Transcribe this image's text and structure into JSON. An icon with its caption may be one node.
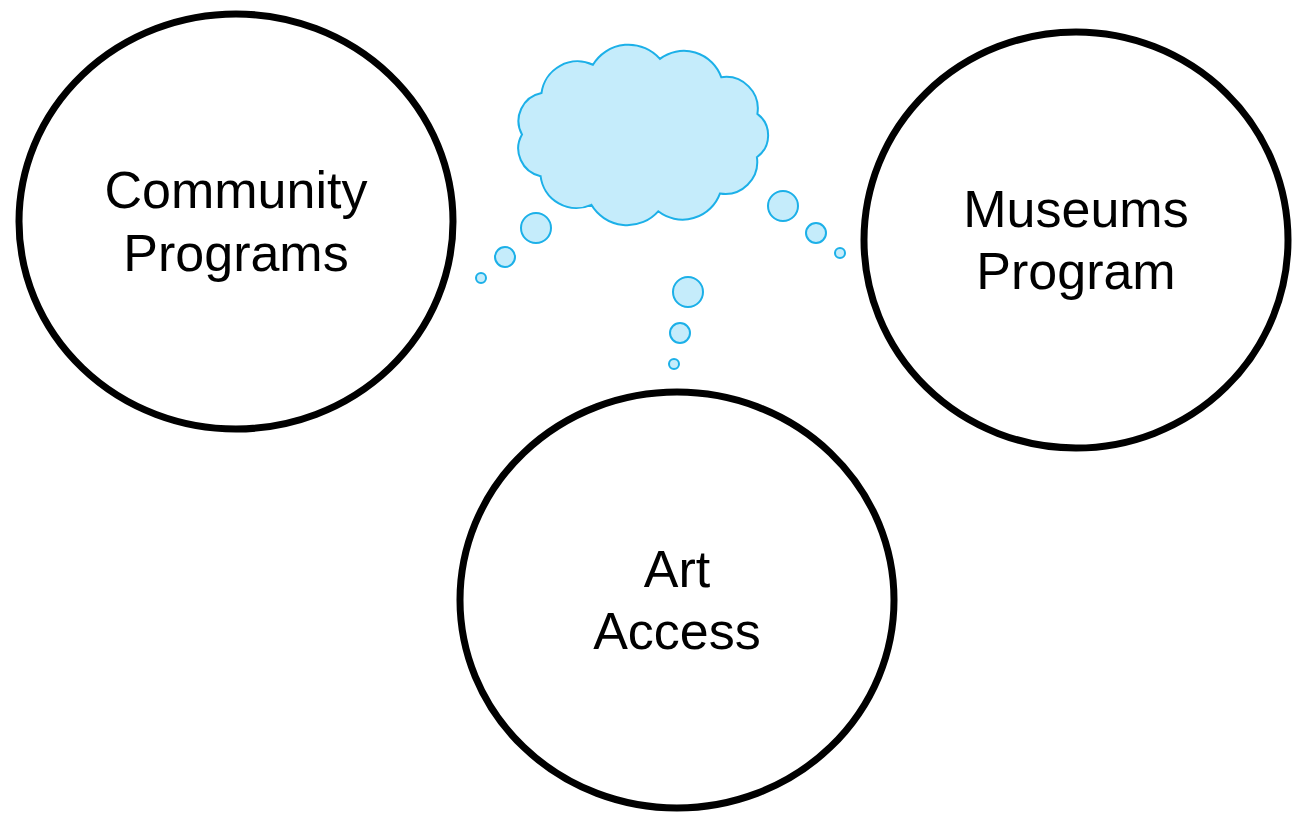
{
  "diagram": {
    "nodes": [
      {
        "text": [],
        "shape": "cloud"
      },
      {
        "text": [
          "Community Programs"
        ]
      },
      {
        "text": [
          "Museums Program"
        ]
      },
      {
        "text": [
          "Art Access"
        ]
      }
    ]
  }
}
